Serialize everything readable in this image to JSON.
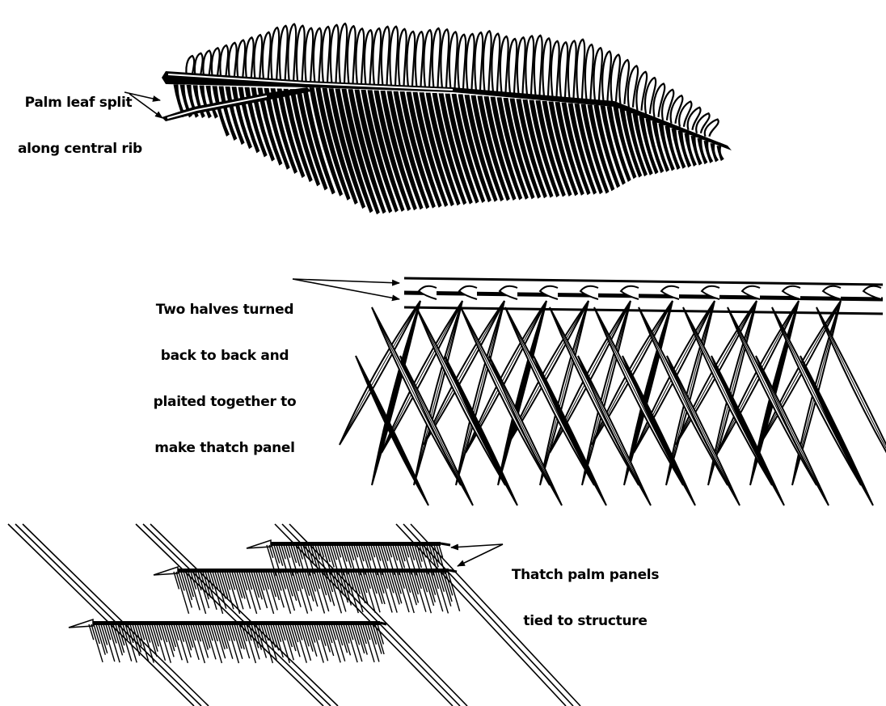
{
  "labels": {
    "palm_leaf": [
      "Palm leaf split",
      "along central rib"
    ],
    "two_halves": [
      "Two halves turned",
      "back to back and",
      "plaited together to",
      "make thatch panel"
    ],
    "thatch_panels": [
      "Thatch palm panels",
      "tied to structure"
    ]
  },
  "colors": {
    "ink": "#000000",
    "paper": "#ffffff"
  }
}
